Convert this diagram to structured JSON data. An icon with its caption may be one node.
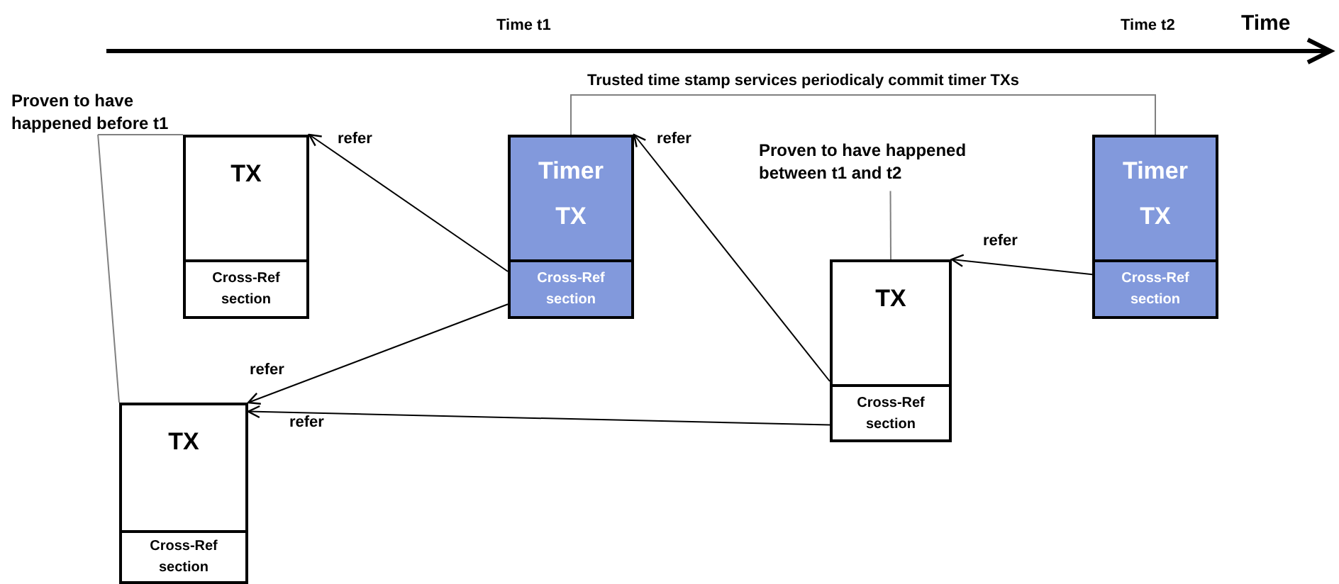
{
  "diagram": {
    "nodes": [
      {
        "text": [
          "Proven to have happened before t1"
        ]
      },
      {
        "text": [
          "TX"
        ]
      },
      {
        "text": [
          "Cross-Ref section"
        ],
        "in": 1
      },
      {
        "text": [
          "Timer TX"
        ]
      },
      {
        "text": [
          "Cross-Ref section"
        ],
        "in": 3
      },
      {
        "text": [
          "Proven to have happened between t1 and t2"
        ]
      },
      {
        "text": [
          "TX"
        ]
      },
      {
        "text": [
          "Cross-Ref section"
        ],
        "in": 6
      },
      {
        "text": [
          "Timer TX"
        ]
      },
      {
        "text": [
          "Cross-Ref section"
        ],
        "in": 8
      },
      {
        "text": [
          "TX"
        ]
      },
      {
        "text": [
          "Cross-Ref section"
        ],
        "in": 10
      }
    ],
    "edges": [
      {
        "from": 4,
        "to": 1,
        "arrow": "to",
        "label": "refer"
      },
      {
        "from": 7,
        "to": 3,
        "arrow": "to",
        "label": "refer"
      },
      {
        "from": 9,
        "to": 6,
        "arrow": "to",
        "label": "refer"
      },
      {
        "from": 4,
        "to": 10,
        "arrow": "to",
        "label": "refer"
      },
      {
        "from": 7,
        "to": 10,
        "arrow": "to",
        "label": "refer"
      },
      {
        "from": 0,
        "to": 1,
        "arrow": "none",
        "color": "#808080"
      },
      {
        "from": 0,
        "to": 10,
        "arrow": "none",
        "color": "#808080"
      },
      {
        "from": 5,
        "to": 6,
        "arrow": "none",
        "color": "#808080"
      },
      {
        "from": 3,
        "to": 8,
        "arrow": "none",
        "color": "#808080",
        "label": "Trusted time stamp services periodicaly commit timer TXs"
      }
    ],
    "labels": [
      "Time t1",
      "Time t2",
      "Time"
    ]
  }
}
